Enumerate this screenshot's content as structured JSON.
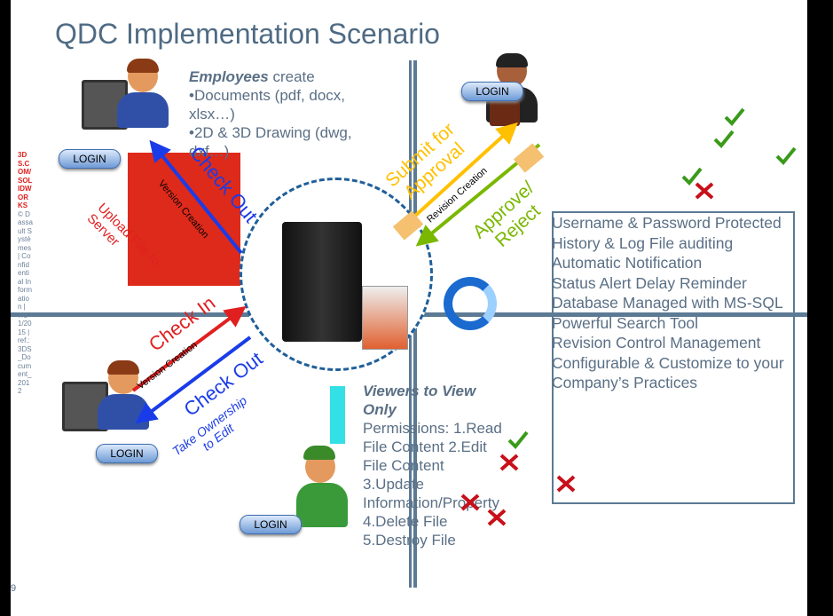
{
  "title": "QDC Implementation Scenario",
  "employees": {
    "lead": "Employees",
    "rest": " create",
    "lines": [
      "•Documents (pdf, docx, xlsx…)",
      "•2D & 3D Drawing (dwg, dxf…)"
    ]
  },
  "login_label": "LOGIN",
  "arrows": {
    "check_out_top": "Check Out",
    "version_creation_top": "Version Creation",
    "upload": "Upload File to Server",
    "submit": "Submit for Approval",
    "revision_creation": "Revision Creation",
    "approve": "Approve/ Reject",
    "check_in": "Check In",
    "version_creation_bottom": "Version Creation",
    "check_out_bottom": "Check Out",
    "take_ownership": "Take Ownership to Edit"
  },
  "viewers": {
    "lead": "Viewers to View Only",
    "lines": [
      "Permissions: 1.Read File Content 2.Edit File Content",
      "3.Update Information/Property",
      "4.Delete File",
      "5.Destroy File"
    ]
  },
  "features": [
    "Username & Password Protected",
    "History & Log File auditing",
    "Automatic Notification",
    "Status Alert Delay Reminder",
    "Database Managed with MS-SQL Powerful Search Tool",
    "Revision Control Management",
    "Configurable & Customize to your Company’s Practices"
  ],
  "sidebar": {
    "brand": "3DS.COM/SOLIDWORKS",
    "rest": "© Dassault Systèmes | Confidential Information | 7/31/2015 | ref.: 3DS_Document_2012"
  },
  "page_number": "9",
  "colors": {
    "title": "#4f6b84",
    "line": "#5c7a94",
    "check_out": "#1a3ce8",
    "check_in": "#e02020",
    "submit": "#ffc000",
    "approve": "#7ab800",
    "red_box": "#dd2a1b",
    "cyan": "#33e0e6"
  }
}
